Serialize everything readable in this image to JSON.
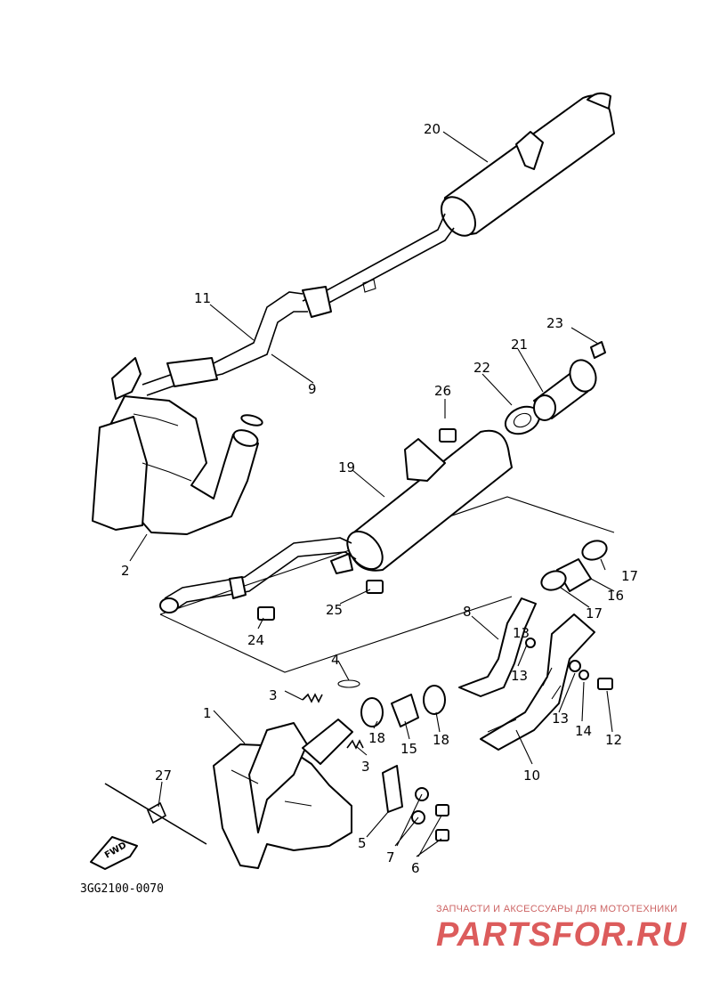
{
  "diagram": {
    "catalog_code": "3GG2100-0070",
    "fwd_label": "FWD",
    "callouts": {
      "c1": "1",
      "c2": "2",
      "c3a": "3",
      "c3b": "3",
      "c4": "4",
      "c5": "5",
      "c6": "6",
      "c7": "7",
      "c8": "8",
      "c9": "9",
      "c10": "10",
      "c11": "11",
      "c12": "12",
      "c13a": "13",
      "c13b": "13",
      "c13c": "13",
      "c14": "14",
      "c15": "15",
      "c16": "16",
      "c17a": "17",
      "c17b": "17",
      "c18a": "18",
      "c18b": "18",
      "c19": "19",
      "c20": "20",
      "c21": "21",
      "c22": "22",
      "c23": "23",
      "c24": "24",
      "c25": "25",
      "c26": "26",
      "c27": "27"
    }
  },
  "watermark": {
    "tagline": "ЗАПЧАСТИ И АКСЕССУАРЫ ДЛЯ МОТОТЕХНИКИ",
    "brand": "PARTSFOR.RU",
    "color": "#d64040"
  }
}
